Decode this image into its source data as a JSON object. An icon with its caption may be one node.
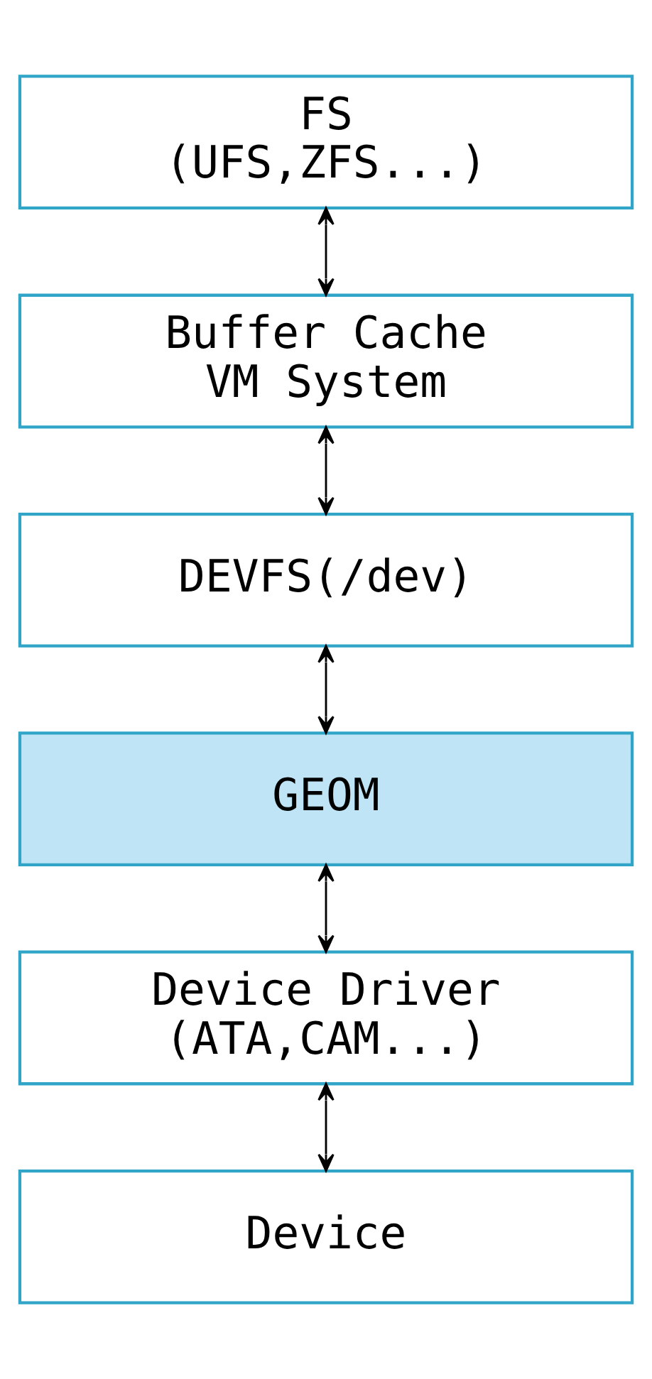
{
  "diagram": {
    "nodes": [
      {
        "text": [
          "FS (UFS,ZFS...)"
        ]
      },
      {
        "text": [
          "Buffer Cache VM System"
        ]
      },
      {
        "text": [
          "DEVFS(/dev)"
        ]
      },
      {
        "text": [
          "GEOM"
        ]
      },
      {
        "text": [
          "Device Driver (ATA,CAM...)"
        ]
      },
      {
        "text": [
          "Device"
        ]
      }
    ],
    "edges": [
      {
        "from": 0,
        "to": 1,
        "arrow": "both"
      },
      {
        "from": 1,
        "to": 2,
        "arrow": "both"
      },
      {
        "from": 2,
        "to": 3,
        "arrow": "both"
      },
      {
        "from": 3,
        "to": 4,
        "arrow": "both"
      },
      {
        "from": 4,
        "to": 5,
        "arrow": "both"
      }
    ]
  }
}
